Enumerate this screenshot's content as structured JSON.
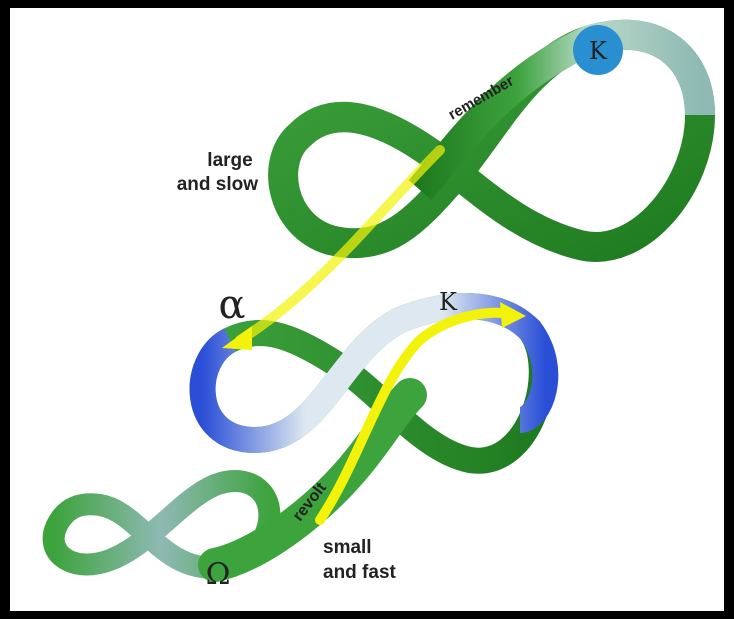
{
  "labels": {
    "large_slow_line1": "large",
    "large_slow_line2": "and  slow",
    "small_fast_line1": "small",
    "small_fast_line2": "and fast",
    "remember": "remember",
    "revolt": "revolt",
    "kappa_top": "K",
    "kappa_mid": "K",
    "alpha": "α",
    "omega": "Ω"
  },
  "colors": {
    "background_frame": "#000000",
    "panel": "#ffffff",
    "green_dark": "#1f7a1f",
    "green_mid": "#3da33d",
    "green_light": "#8fd08f",
    "teal": "#8fb9b4",
    "blue": "#2a4fd6",
    "pale_blue": "#dde8f0",
    "arrow_yellow": "#f2f20a",
    "kappa_circle": "#2a8fd0"
  }
}
